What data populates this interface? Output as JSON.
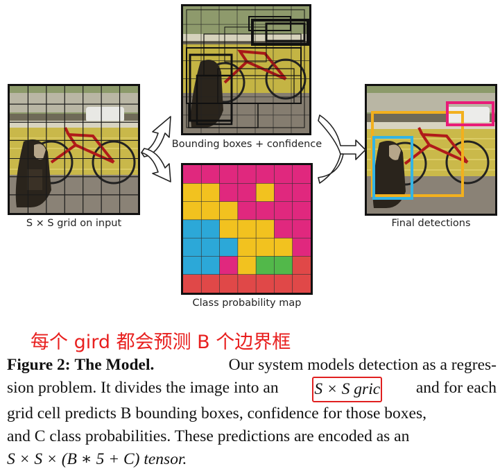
{
  "panels": {
    "input_caption": "S × S grid on input",
    "bbox_caption": "Bounding boxes + confidence",
    "class_caption": "Class probability map",
    "final_caption": "Final detections"
  },
  "annotation": "每个 gird 都会预测 B 个边界框",
  "caption": {
    "label": "Figure 2:",
    "title": "The Model.",
    "l1_rest": "Our system models detection as a regres-",
    "l2_a": "sion problem. It divides the image into an",
    "l2_hl": "S × S gric",
    "l2_b": "and for each",
    "l3": "grid cell predicts B bounding boxes, confidence for those boxes,",
    "l4": "and C class probabilities.  These predictions are encoded as an",
    "l5": "S × S × (B ∗ 5 + C) tensor."
  },
  "colors": {
    "yellow": "#f2c21f",
    "magenta": "#e0287e",
    "cyan": "#2ca8d8",
    "green": "#52b84a",
    "red": "#e04848",
    "box_yellow": "#f2b01e",
    "box_magenta": "#e81c78",
    "box_cyan": "#34b4e4"
  }
}
